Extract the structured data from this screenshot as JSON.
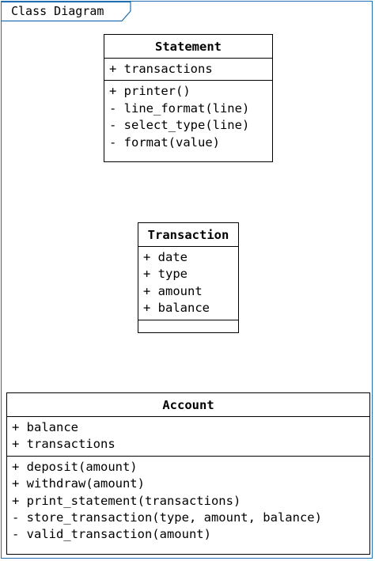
{
  "frame": {
    "title": "Class Diagram"
  },
  "classes": {
    "statement": {
      "name": "Statement",
      "attributes": [
        "+ transactions"
      ],
      "methods": [
        "+ printer()",
        "- line_format(line)",
        "- select_type(line)",
        "- format(value)"
      ]
    },
    "transaction": {
      "name": "Transaction",
      "attributes": [
        "+ date",
        "+ type",
        "+ amount",
        "+ balance"
      ],
      "methods": []
    },
    "account": {
      "name": "Account",
      "attributes": [
        "+ balance",
        "+ transactions"
      ],
      "methods": [
        "+ deposit(amount)",
        "+ withdraw(amount)",
        "+ print_statement(transactions)",
        "- store_transaction(type, amount, balance)",
        "- valid_transaction(amount)"
      ]
    }
  },
  "colors": {
    "frame_border": "#1f6fb2",
    "class_border": "#000000"
  }
}
